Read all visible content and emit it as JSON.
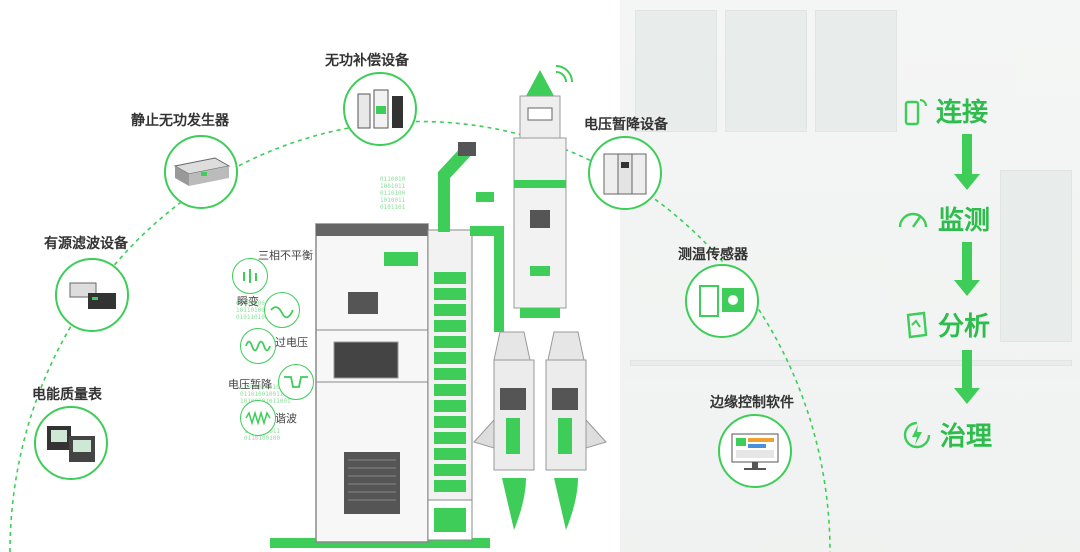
{
  "nodes": {
    "svg": "静止无功发生器",
    "capacitor": "无功补偿设备",
    "sag_device": "电压暂降设备",
    "filter": "有源滤波设备",
    "temp_sensor": "测温传感器",
    "meter": "电能质量表",
    "software": "边缘控制软件"
  },
  "issues": {
    "unbalance": "三相不平衡",
    "transient": "瞬变",
    "overvoltage": "过电压",
    "sag": "电压暂降",
    "harmonic": "谐波"
  },
  "steps": [
    "连接",
    "监测",
    "分析",
    "治理"
  ],
  "colors": {
    "accent": "#3dcd58",
    "dark_green": "#009530"
  }
}
